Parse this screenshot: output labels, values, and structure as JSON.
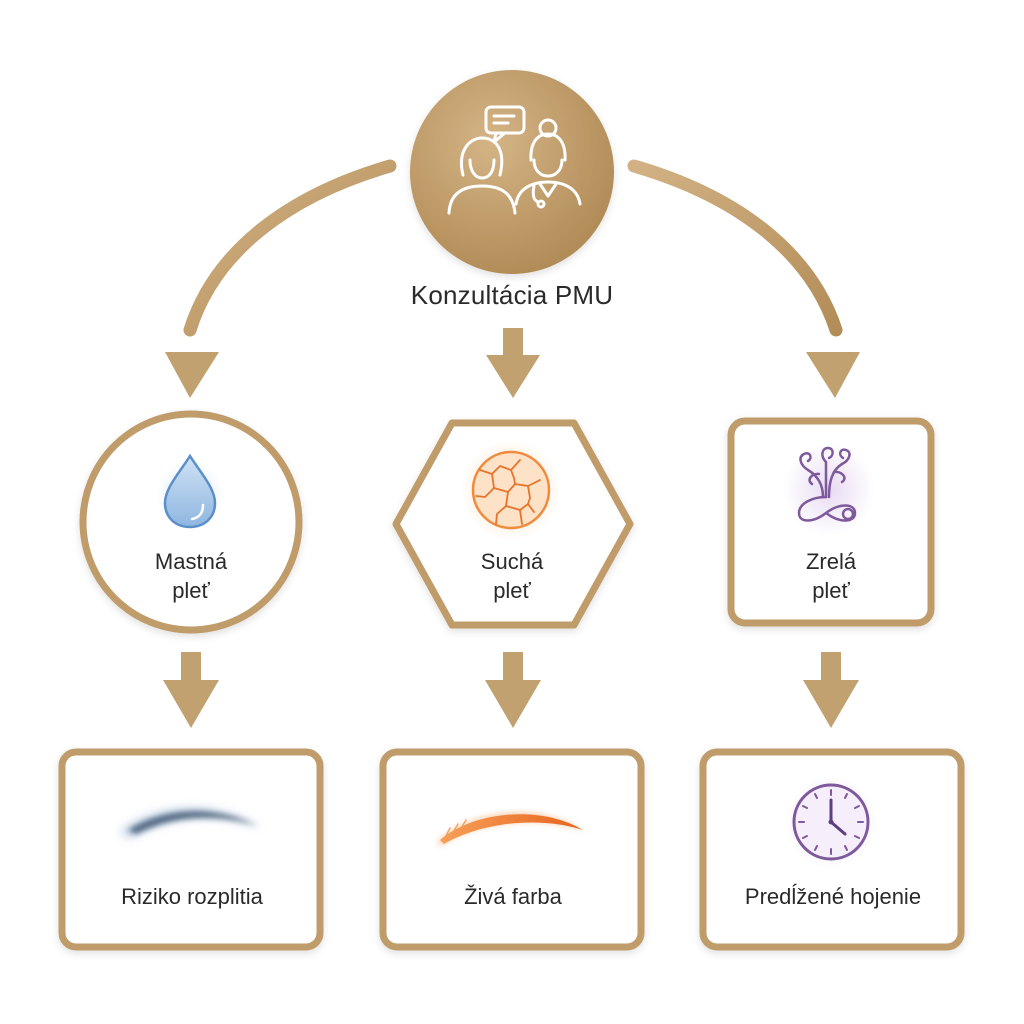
{
  "root": {
    "label": "Konzultácia PMU",
    "icon": "consultation-people-icon",
    "color": "#b9955f"
  },
  "accent": "#c2a171",
  "branches": [
    {
      "skin": {
        "line1": "Mastná",
        "line2": "pleť",
        "shape": "circle",
        "icon": "water-drop-icon",
        "icon_color": "#5b8fc7"
      },
      "result": {
        "label": "Riziko rozplitia",
        "icon": "blurred-brow-icon",
        "icon_color": "#3a4f6b"
      }
    },
    {
      "skin": {
        "line1": "Suchá",
        "line2": "pleť",
        "shape": "hexagon",
        "icon": "cracked-skin-icon",
        "icon_color": "#f08a3c"
      },
      "result": {
        "label": "Živá farba",
        "icon": "orange-brow-icon",
        "icon_color": "#f07a2a"
      }
    },
    {
      "skin": {
        "line1": "Zrelá",
        "line2": "pleť",
        "shape": "rounded-square",
        "icon": "tree-infinity-icon",
        "icon_color": "#7e5a9c"
      },
      "result": {
        "label": "Predĺžené hojenie",
        "icon": "clock-icon",
        "icon_color": "#7e5a9c"
      }
    }
  ]
}
